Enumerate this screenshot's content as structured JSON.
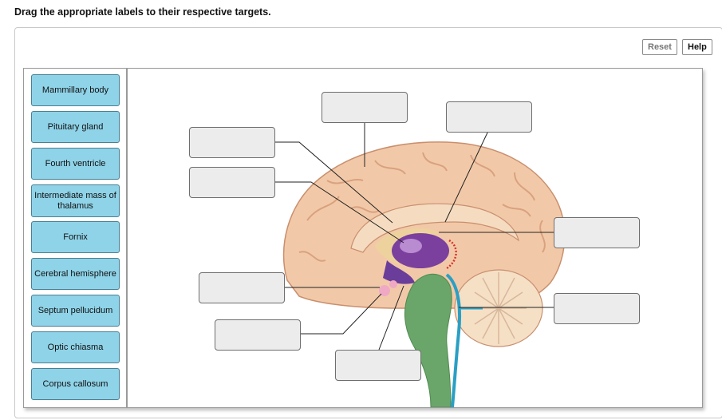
{
  "instruction": "Drag the appropriate labels to their respective targets.",
  "buttons": {
    "reset": "Reset",
    "help": "Help"
  },
  "labels": [
    "Mammillary body",
    "Pituitary gland",
    "Fourth ventricle",
    "Intermediate mass of thalamus",
    "Fornix",
    "Cerebral hemisphere",
    "Septum pellucidum",
    "Optic chiasma",
    "Corpus callosum"
  ],
  "colors": {
    "label_fill": "#8fd3e8",
    "target_fill": "#ececec",
    "brain_tissue": "#f2c9a8",
    "thalamus": "#7b3f9e",
    "brainstem": "#6aa56a",
    "ventricle": "#2a9fc4"
  }
}
